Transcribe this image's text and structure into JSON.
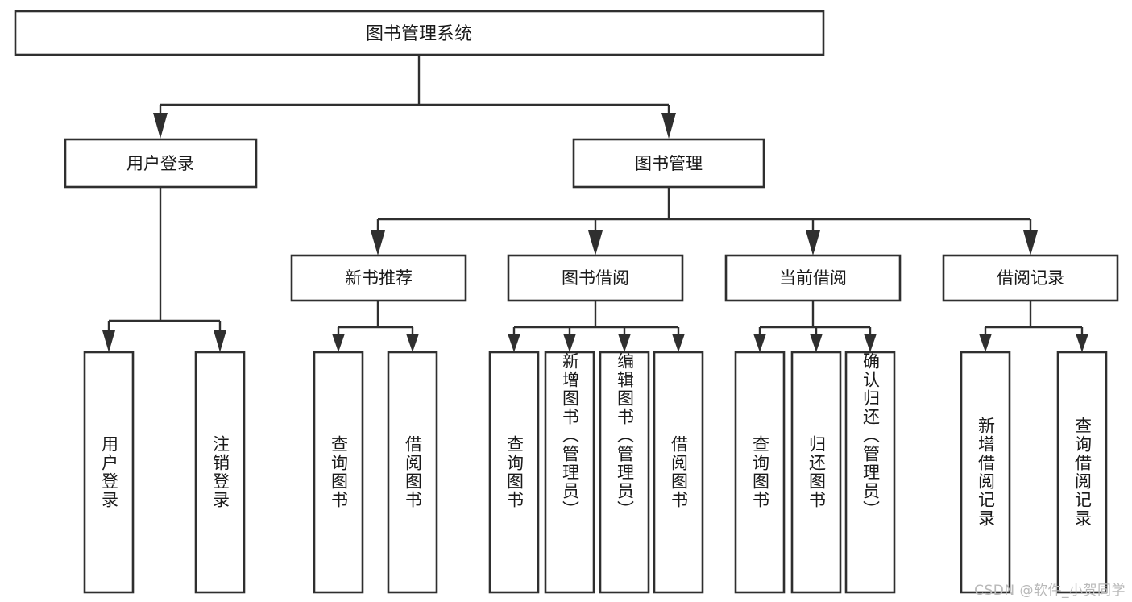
{
  "diagram": {
    "type": "tree",
    "title": "图书管理系统",
    "watermark": "CSDN @软件_小贺同学",
    "colors": {
      "box_stroke": "#2f2f2f",
      "box_fill": "#ffffff",
      "text": "#1a1a1a",
      "background": "#ffffff",
      "watermark": "#b9b9b9"
    },
    "levels": {
      "root": {
        "label": "图书管理系统"
      },
      "level2": [
        {
          "id": "user-login",
          "label": "用户登录"
        },
        {
          "id": "book-management",
          "label": "图书管理"
        }
      ],
      "level3": [
        {
          "id": "new-book-recommend",
          "label": "新书推荐",
          "parent": "book-management"
        },
        {
          "id": "book-borrow",
          "label": "图书借阅",
          "parent": "book-management"
        },
        {
          "id": "current-borrow",
          "label": "当前借阅",
          "parent": "book-management"
        },
        {
          "id": "borrow-record",
          "label": "借阅记录",
          "parent": "book-management"
        }
      ],
      "leaves": {
        "user-login": [
          {
            "id": "leaf-user-login",
            "label": "用户登录"
          },
          {
            "id": "leaf-logout-login",
            "label": "注销登录"
          }
        ],
        "new-book-recommend": [
          {
            "id": "leaf-query-book-1",
            "label": "查询图书"
          },
          {
            "id": "leaf-borrow-book-1",
            "label": "借阅图书"
          }
        ],
        "book-borrow": [
          {
            "id": "leaf-query-book-2",
            "label": "查询图书"
          },
          {
            "id": "leaf-add-book",
            "label": "新增图书（管理员）"
          },
          {
            "id": "leaf-edit-book",
            "label": "编辑图书（管理员）"
          },
          {
            "id": "leaf-borrow-book-2",
            "label": "借阅图书"
          }
        ],
        "current-borrow": [
          {
            "id": "leaf-query-book-3",
            "label": "查询图书"
          },
          {
            "id": "leaf-return-book",
            "label": "归还图书"
          },
          {
            "id": "leaf-confirm-return",
            "label": "确认归还（管理员）"
          }
        ],
        "borrow-record": [
          {
            "id": "leaf-add-record",
            "label": "新增借阅记录"
          },
          {
            "id": "leaf-query-record",
            "label": "查询借阅记录"
          }
        ]
      }
    }
  }
}
